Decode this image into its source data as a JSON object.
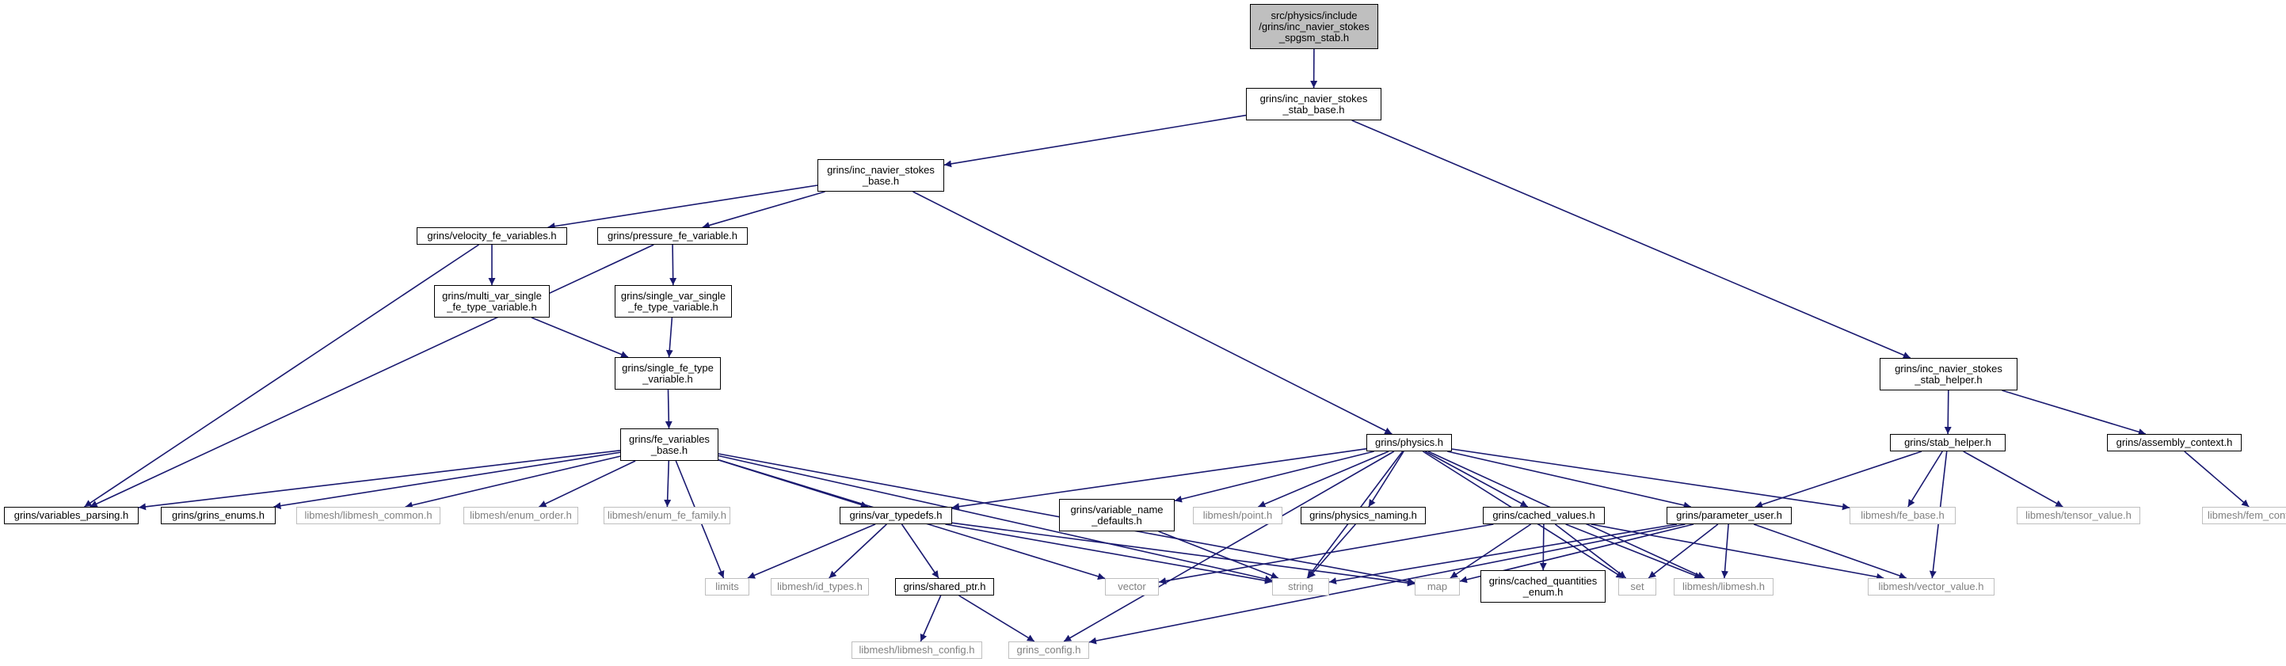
{
  "graph": {
    "nodes": [
      {
        "id": "spgsm",
        "label": "src/physics/include\n/grins/inc_navier_stokes\n_spgsm_stab.h",
        "kind": "focus"
      },
      {
        "id": "stabbase",
        "label": "grins/inc_navier_stokes\n_stab_base.h",
        "kind": "internal"
      },
      {
        "id": "nsbase",
        "label": "grins/inc_navier_stokes\n_base.h",
        "kind": "internal"
      },
      {
        "id": "velocity",
        "label": "grins/velocity_fe_variables.h",
        "kind": "internal"
      },
      {
        "id": "pressure",
        "label": "grins/pressure_fe_variable.h",
        "kind": "internal"
      },
      {
        "id": "multivar",
        "label": "grins/multi_var_single\n_fe_type_variable.h",
        "kind": "internal"
      },
      {
        "id": "singlevar",
        "label": "grins/single_var_single\n_fe_type_variable.h",
        "kind": "internal"
      },
      {
        "id": "singlefe",
        "label": "grins/single_fe_type\n_variable.h",
        "kind": "internal"
      },
      {
        "id": "fevarbase",
        "label": "grins/fe_variables\n_base.h",
        "kind": "internal"
      },
      {
        "id": "varparsing",
        "label": "grins/variables_parsing.h",
        "kind": "internal"
      },
      {
        "id": "grinsenums",
        "label": "grins/grins_enums.h",
        "kind": "internal"
      },
      {
        "id": "lmcommon",
        "label": "libmesh/libmesh_common.h",
        "kind": "external"
      },
      {
        "id": "enumorder",
        "label": "libmesh/enum_order.h",
        "kind": "external"
      },
      {
        "id": "enumfefamily",
        "label": "libmesh/enum_fe_family.h",
        "kind": "external"
      },
      {
        "id": "vartypedefs",
        "label": "grins/var_typedefs.h",
        "kind": "internal"
      },
      {
        "id": "limits",
        "label": "limits",
        "kind": "external"
      },
      {
        "id": "idtypes",
        "label": "libmesh/id_types.h",
        "kind": "external"
      },
      {
        "id": "sharedptr",
        "label": "grins/shared_ptr.h",
        "kind": "internal"
      },
      {
        "id": "lmconfig",
        "label": "libmesh/libmesh_config.h",
        "kind": "external"
      },
      {
        "id": "grinsconfig",
        "label": "grins_config.h",
        "kind": "external"
      },
      {
        "id": "vector",
        "label": "vector",
        "kind": "external"
      },
      {
        "id": "string",
        "label": "string",
        "kind": "external"
      },
      {
        "id": "physics",
        "label": "grins/physics.h",
        "kind": "internal"
      },
      {
        "id": "varnamedefaults",
        "label": "grins/variable_name\n_defaults.h",
        "kind": "internal"
      },
      {
        "id": "point",
        "label": "libmesh/point.h",
        "kind": "external"
      },
      {
        "id": "physicsnaming",
        "label": "grins/physics_naming.h",
        "kind": "internal"
      },
      {
        "id": "cachedvalues",
        "label": "grins/cached_values.h",
        "kind": "internal"
      },
      {
        "id": "cachedqenum",
        "label": "grins/cached_quantities\n_enum.h",
        "kind": "internal"
      },
      {
        "id": "map",
        "label": "map",
        "kind": "external"
      },
      {
        "id": "set",
        "label": "set",
        "kind": "external"
      },
      {
        "id": "libmesh",
        "label": "libmesh/libmesh.h",
        "kind": "external"
      },
      {
        "id": "paramuser",
        "label": "grins/parameter_user.h",
        "kind": "internal"
      },
      {
        "id": "febase",
        "label": "libmesh/fe_base.h",
        "kind": "external"
      },
      {
        "id": "vectorvalue",
        "label": "libmesh/vector_value.h",
        "kind": "external"
      },
      {
        "id": "stabhelperh",
        "label": "grins/inc_navier_stokes\n_stab_helper.h",
        "kind": "internal"
      },
      {
        "id": "stabhelper",
        "label": "grins/stab_helper.h",
        "kind": "internal"
      },
      {
        "id": "assemblyctx",
        "label": "grins/assembly_context.h",
        "kind": "internal"
      },
      {
        "id": "tensorvalue",
        "label": "libmesh/tensor_value.h",
        "kind": "external"
      },
      {
        "id": "femcontext",
        "label": "libmesh/fem_context.h",
        "kind": "external"
      }
    ],
    "edges": [
      [
        "spgsm",
        "stabbase"
      ],
      [
        "stabbase",
        "nsbase"
      ],
      [
        "stabbase",
        "stabhelperh"
      ],
      [
        "nsbase",
        "velocity"
      ],
      [
        "nsbase",
        "pressure"
      ],
      [
        "nsbase",
        "physics"
      ],
      [
        "velocity",
        "multivar"
      ],
      [
        "velocity",
        "varparsing"
      ],
      [
        "pressure",
        "singlevar"
      ],
      [
        "pressure",
        "varparsing"
      ],
      [
        "multivar",
        "singlefe"
      ],
      [
        "singlevar",
        "singlefe"
      ],
      [
        "singlefe",
        "fevarbase"
      ],
      [
        "fevarbase",
        "varparsing"
      ],
      [
        "fevarbase",
        "grinsenums"
      ],
      [
        "fevarbase",
        "lmcommon"
      ],
      [
        "fevarbase",
        "enumorder"
      ],
      [
        "fevarbase",
        "enumfefamily"
      ],
      [
        "fevarbase",
        "vartypedefs"
      ],
      [
        "fevarbase",
        "limits"
      ],
      [
        "fevarbase",
        "vector"
      ],
      [
        "fevarbase",
        "string"
      ],
      [
        "fevarbase",
        "map"
      ],
      [
        "vartypedefs",
        "limits"
      ],
      [
        "vartypedefs",
        "idtypes"
      ],
      [
        "vartypedefs",
        "sharedptr"
      ],
      [
        "vartypedefs",
        "string"
      ],
      [
        "vartypedefs",
        "map"
      ],
      [
        "sharedptr",
        "lmconfig"
      ],
      [
        "sharedptr",
        "grinsconfig"
      ],
      [
        "physics",
        "vartypedefs"
      ],
      [
        "physics",
        "grinsconfig"
      ],
      [
        "physics",
        "varnamedefaults"
      ],
      [
        "physics",
        "point"
      ],
      [
        "physics",
        "physicsnaming"
      ],
      [
        "physics",
        "cachedvalues"
      ],
      [
        "physics",
        "paramuser"
      ],
      [
        "physics",
        "string"
      ],
      [
        "physics",
        "set"
      ],
      [
        "physics",
        "libmesh"
      ],
      [
        "physics",
        "febase"
      ],
      [
        "varnamedefaults",
        "string"
      ],
      [
        "physicsnaming",
        "string"
      ],
      [
        "cachedvalues",
        "cachedqenum"
      ],
      [
        "cachedvalues",
        "vector"
      ],
      [
        "cachedvalues",
        "map"
      ],
      [
        "cachedvalues",
        "set"
      ],
      [
        "cachedvalues",
        "libmesh"
      ],
      [
        "cachedvalues",
        "vectorvalue"
      ],
      [
        "paramuser",
        "grinsconfig"
      ],
      [
        "paramuser",
        "string"
      ],
      [
        "paramuser",
        "map"
      ],
      [
        "paramuser",
        "set"
      ],
      [
        "paramuser",
        "libmesh"
      ],
      [
        "paramuser",
        "vectorvalue"
      ],
      [
        "stabhelperh",
        "stabhelper"
      ],
      [
        "stabhelperh",
        "assemblyctx"
      ],
      [
        "stabhelper",
        "paramuser"
      ],
      [
        "stabhelper",
        "febase"
      ],
      [
        "stabhelper",
        "tensorvalue"
      ],
      [
        "stabhelper",
        "vectorvalue"
      ],
      [
        "assemblyctx",
        "femcontext"
      ]
    ]
  },
  "colors": {
    "edge": "#191970",
    "internal_border": "#000000",
    "external_border": "#bfbfbf",
    "external_text": "#808080",
    "focus_fill": "#bfbfbf"
  }
}
